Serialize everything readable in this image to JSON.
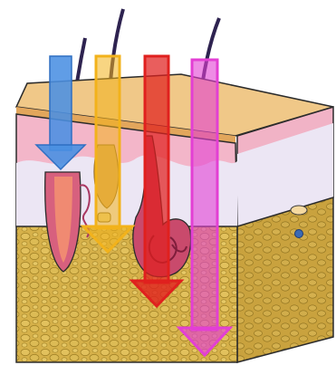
{
  "diagram": {
    "subject": "skin-cross-section",
    "layers": [
      "surface",
      "epidermis",
      "dermis",
      "fat-tissue"
    ],
    "colors": {
      "surface": "#f0c888",
      "epidermis_pink": "#f3b6c9",
      "dermis_lilac": "#ece6f4",
      "fat_yellow": "#d9b74d",
      "fat_cell": "#cda03a",
      "hair": "#2e2350",
      "outline": "#2b2b2b"
    },
    "arrows": [
      {
        "id": "arrow-blue",
        "color": "#4a90e2",
        "depth": "epidermis"
      },
      {
        "id": "arrow-yellow",
        "color": "#f2b21b",
        "depth": "dermis"
      },
      {
        "id": "arrow-red",
        "color": "#e0201e",
        "depth": "upper-fat"
      },
      {
        "id": "arrow-magenta",
        "color": "#e33fd4",
        "depth": "deep-fat"
      }
    ]
  }
}
